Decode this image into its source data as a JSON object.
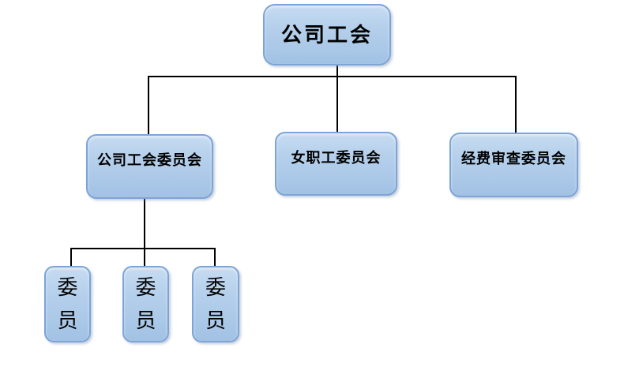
{
  "diagram": {
    "type": "org-chart",
    "nodes": {
      "root": {
        "label": "公司工会"
      },
      "level2": [
        {
          "label": "公司工会委员会"
        },
        {
          "label": "女职工委员会"
        },
        {
          "label": "经费审查委员会"
        }
      ],
      "level3": [
        {
          "label": "委员"
        },
        {
          "label": "委员"
        },
        {
          "label": "委员"
        }
      ]
    },
    "hierarchy": {
      "root": "公司工会",
      "children": [
        {
          "label": "公司工会委员会",
          "children": [
            "委员",
            "委员",
            "委员"
          ]
        },
        {
          "label": "女职工委员会",
          "children": []
        },
        {
          "label": "经费审查委员会",
          "children": []
        }
      ]
    },
    "colors": {
      "box_fill_top": "#c6dbf1",
      "box_fill_bottom": "#a2c2e4",
      "box_border": "#7da4d7",
      "connector": "#000000",
      "text": "#000000",
      "background": "#ffffff"
    }
  }
}
